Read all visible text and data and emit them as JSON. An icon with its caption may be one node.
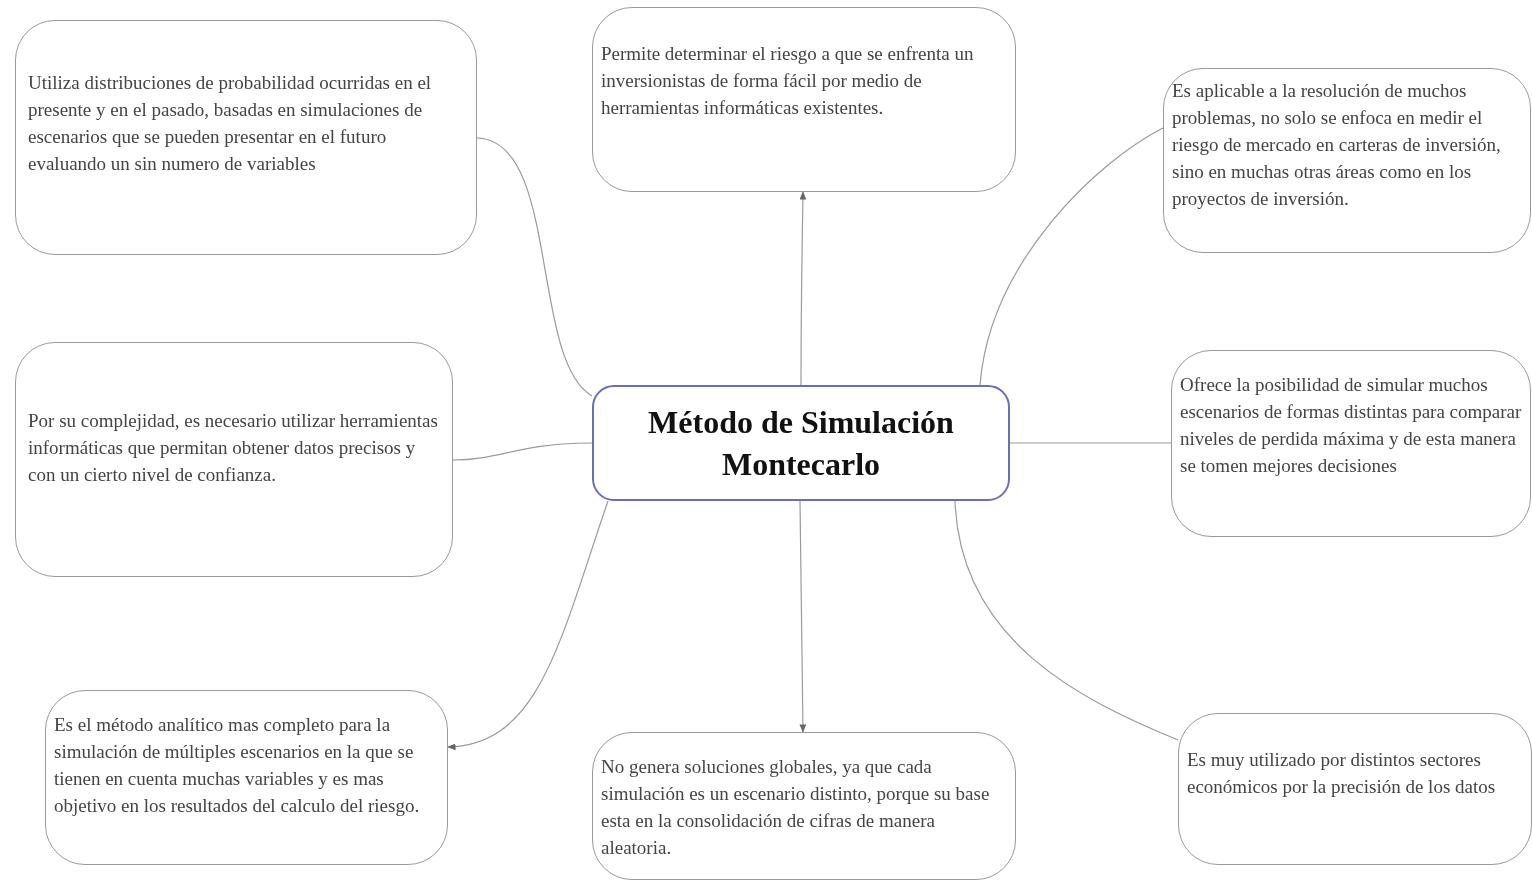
{
  "diagram": {
    "nodes": [
      {
        "text": [
          "Método de Simulación Montecarlo"
        ]
      },
      {
        "text": [
          "Utiliza distribuciones de probabilidad ocurridas en el presente y en el pasado, basadas en simulaciones de escenarios que se pueden presentar en el futuro evaluando un sin numero de variables"
        ]
      },
      {
        "text": [
          "Permite determinar el riesgo a que se enfrenta un inversionistas de forma fácil por medio de herramientas informáticas existentes."
        ]
      },
      {
        "text": [
          "Es aplicable a la resolución de muchos problemas, no solo se enfoca en medir el riesgo de mercado en carteras de inversión, sino en muchas otras áreas como en los proyectos de inversión."
        ]
      },
      {
        "text": [
          "Por su complejidad, es necesario utilizar herramientas informáticas que permitan obtener datos precisos y con un cierto nivel de confianza."
        ]
      },
      {
        "text": [
          "Ofrece la posibilidad de simular muchos escenarios de formas distintas para comparar niveles de perdida máxima y de esta manera se tomen mejores decisiones"
        ]
      },
      {
        "text": [
          "Es el método analítico mas completo para la simulación de múltiples escenarios en la que se tienen en cuenta muchas variables y es mas objetivo en los resultados del calculo del riesgo."
        ]
      },
      {
        "text": [
          "No genera soluciones globales, ya que cada simulación es un escenario distinto, porque su base esta en la consolidación de cifras de manera aleatoria."
        ]
      },
      {
        "text": [
          "Es muy utilizado por distintos sectores económicos por la precisión de los datos"
        ]
      }
    ],
    "edges": [
      {
        "from": 0,
        "to": 1,
        "arrow": "none"
      },
      {
        "from": 0,
        "to": 2,
        "arrow": "to"
      },
      {
        "from": 0,
        "to": 3,
        "arrow": "none"
      },
      {
        "from": 0,
        "to": 4,
        "arrow": "none"
      },
      {
        "from": 0,
        "to": 5,
        "arrow": "none"
      },
      {
        "from": 0,
        "to": 6,
        "arrow": "to"
      },
      {
        "from": 0,
        "to": 7,
        "arrow": "to"
      },
      {
        "from": 0,
        "to": 8,
        "arrow": "none"
      }
    ]
  }
}
